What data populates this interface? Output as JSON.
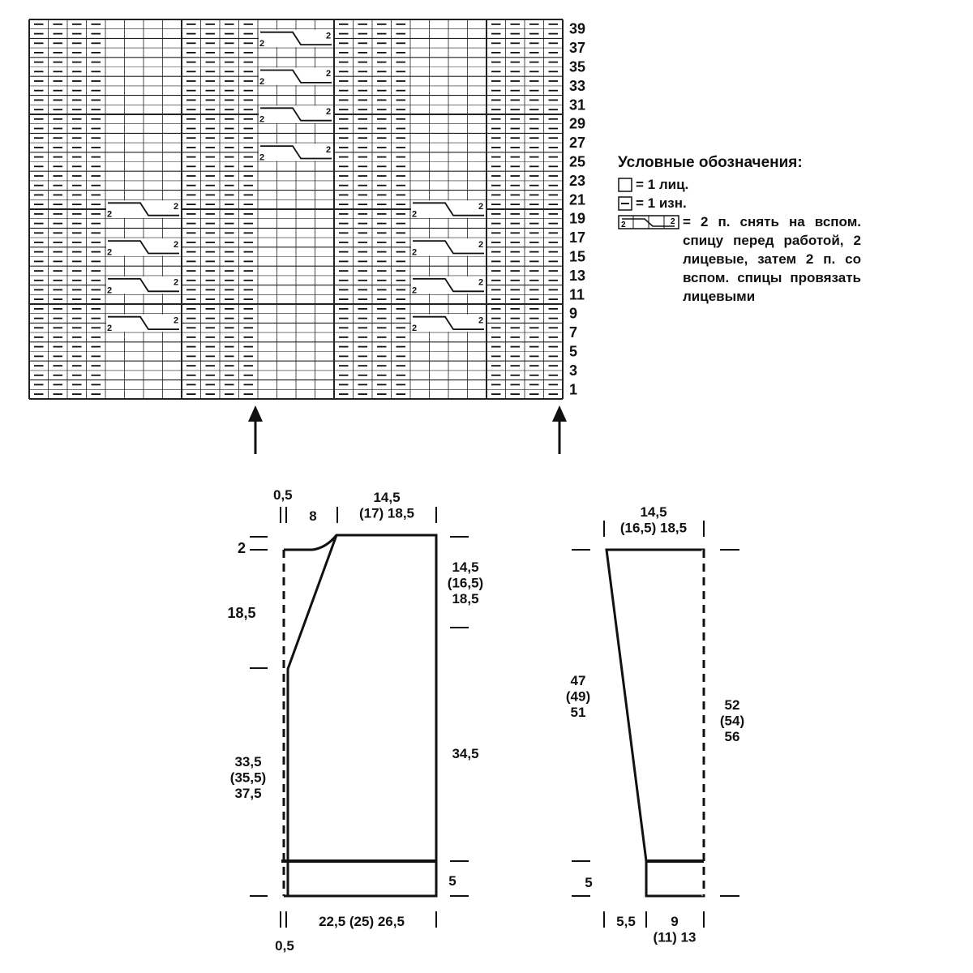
{
  "chart": {
    "row_numbers": [
      "39",
      "37",
      "35",
      "33",
      "31",
      "29",
      "27",
      "25",
      "23",
      "21",
      "19",
      "17",
      "15",
      "13",
      "11",
      "9",
      "7",
      "5",
      "3",
      "1"
    ],
    "cable_count_label": "2"
  },
  "legend": {
    "title": "Условные обозначения:",
    "knit": "= 1 лиц.",
    "purl": "= 1 изн.",
    "cable": "= 2 п. снять на вспом. спицу перед работой, 2 лицевые, затем 2 п. со вспом. спицы провязать лицевыми",
    "cable_symbol_label": "2"
  },
  "front": {
    "top_left_small": "0,5",
    "neck_width": "8",
    "shoulder_width": "14,5\n(17) 18,5",
    "neck_depth": "2",
    "neck_height": "18,5",
    "armhole_height": "14,5\n(16,5)\n18,5",
    "body_height_left": "33,5\n(35,5)\n37,5",
    "body_height_right": "34,5",
    "rib_height": "5",
    "bottom_width": "22,5 (25) 26,5",
    "bottom_left_small": "0,5"
  },
  "sleeve": {
    "top_width": "14,5\n(16,5) 18,5",
    "inner_height": "47\n(49)\n51",
    "outer_height": "52\n(54)\n56",
    "rib_height": "5",
    "bottom_left": "5,5",
    "bottom_width": "9\n(11) 13"
  }
}
